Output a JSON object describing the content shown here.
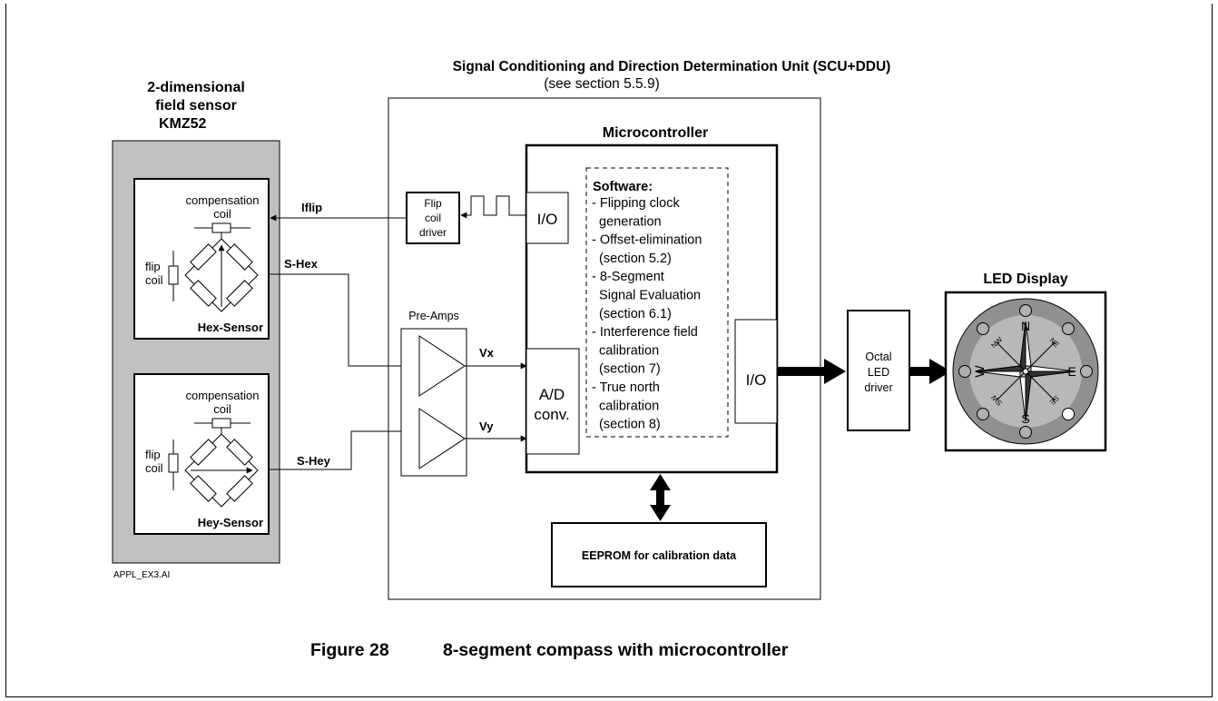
{
  "scu": {
    "title": "Signal Conditioning and Direction Determination Unit (SCU+DDU)",
    "subtitle": "(see section 5.5.9)"
  },
  "sensor": {
    "title_lines": [
      "2-dimensional",
      "field sensor",
      "KMZ52"
    ],
    "hex": {
      "comp_line1": "compensation",
      "comp_line2": "coil",
      "flip_line1": "flip",
      "flip_line2": "coil",
      "label": "Hex-Sensor"
    },
    "hey": {
      "comp_line1": "compensation",
      "comp_line2": "coil",
      "flip_line1": "flip",
      "flip_line2": "coil",
      "label": "Hey-Sensor"
    },
    "file_label": "APPL_EX3.AI"
  },
  "signals": {
    "iflip": "Iflip",
    "s_hex": "S-Hex",
    "s_hey": "S-Hey",
    "vx": "Vx",
    "vy": "Vy"
  },
  "flip_driver": [
    "Flip",
    "coil",
    "driver"
  ],
  "preamps_label": "Pre-Amps",
  "microcontroller": {
    "title": "Microcontroller",
    "io_top": "I/O",
    "io_right": "I/O",
    "adc": [
      "A/D",
      "conv."
    ],
    "software_title": "Software:",
    "software_lines": [
      "- Flipping clock",
      "  generation",
      "- Offset-elimination",
      "  (section 5.2)",
      "- 8-Segment",
      "  Signal Evaluation",
      "  (section 6.1)",
      "- Interference field",
      "  calibration",
      "  (section 7)",
      "- True north",
      "  calibration",
      "  (section 8)"
    ]
  },
  "eeprom": "EEPROM for calibration data",
  "led_driver": [
    "Octal",
    "LED",
    "driver"
  ],
  "led_display": {
    "title": "LED Display",
    "n": "N",
    "s": "S",
    "e": "E",
    "w": "W",
    "ne": "NE",
    "nw": "NW",
    "se": "SE",
    "sw": "SW"
  },
  "caption": {
    "number": "Figure 28",
    "text": "8-segment compass with microcontroller"
  }
}
